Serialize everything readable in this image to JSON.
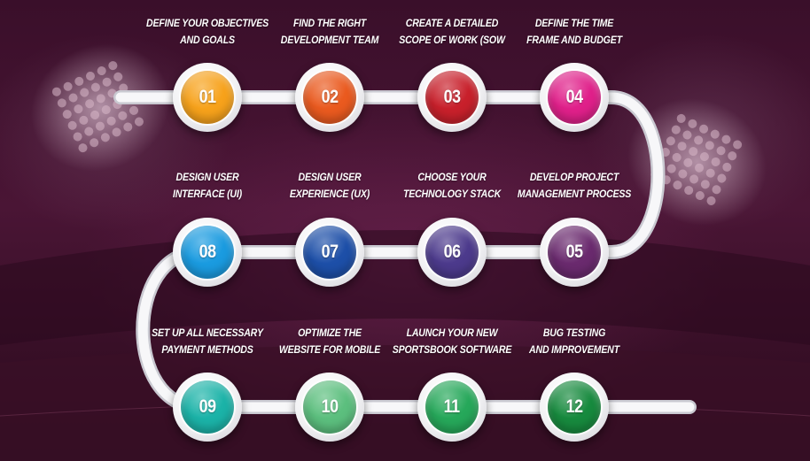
{
  "steps": [
    {
      "num": "01",
      "line1": "DEFINE YOUR OBJECTIVES",
      "line2": "AND GOALS",
      "color": "#f7a21b"
    },
    {
      "num": "02",
      "line1": "FIND THE RIGHT",
      "line2": "DEVELOPMENT TEAM",
      "color": "#ea5a1f"
    },
    {
      "num": "03",
      "line1": "CREATE A DETAILED",
      "line2": "SCOPE OF WORK (SOW",
      "color": "#c8202b"
    },
    {
      "num": "04",
      "line1": "DEFINE THE TIME",
      "line2": "FRAME AND BUDGET",
      "color": "#e0208a"
    },
    {
      "num": "05",
      "line1": "DEVELOP PROJECT",
      "line2": "MANAGEMENT PROCESS",
      "color": "#6a2a6e"
    },
    {
      "num": "06",
      "line1": "CHOOSE YOUR",
      "line2": "TECHNOLOGY STACK",
      "color": "#4c3a8c"
    },
    {
      "num": "07",
      "line1": "DESIGN USER",
      "line2": "EXPERIENCE (UX)",
      "color": "#1d4fa8"
    },
    {
      "num": "08",
      "line1": "DESIGN USER",
      "line2": "INTERFACE (UI)",
      "color": "#1a9be0"
    },
    {
      "num": "09",
      "line1": "SET UP ALL NECESSARY",
      "line2": "PAYMENT METHODS",
      "color": "#1bb3a8"
    },
    {
      "num": "10",
      "line1": "OPTIMIZE THE",
      "line2": "WEBSITE FOR MOBILE",
      "color": "#5cbf7e"
    },
    {
      "num": "11",
      "line1": "LAUNCH YOUR NEW",
      "line2": "SPORTSBOOK SOFTWARE",
      "color": "#26a85a"
    },
    {
      "num": "12",
      "line1": "BUG TESTING",
      "line2": "AND IMPROVEMENT",
      "color": "#178a3e"
    }
  ]
}
